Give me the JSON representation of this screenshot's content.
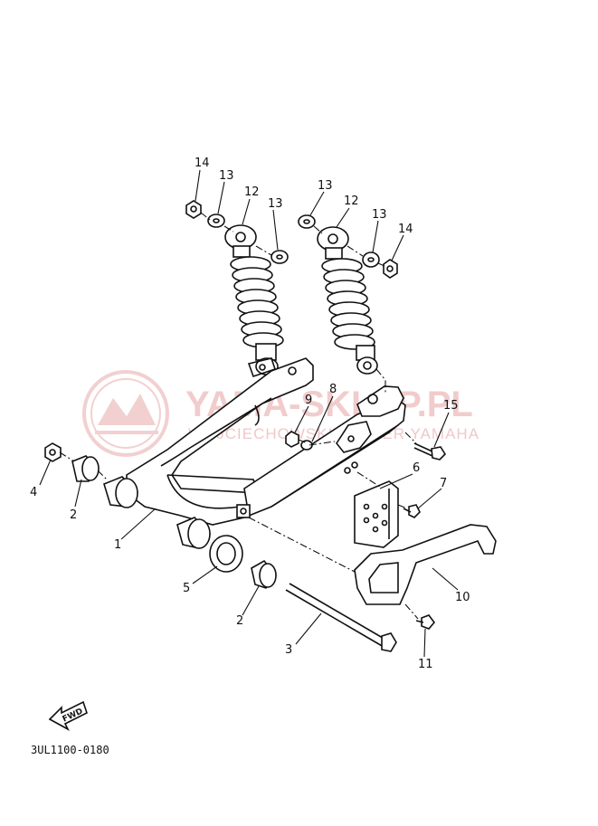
{
  "watermark": {
    "title": "YAMA-SKLEP.PL",
    "subtitle": "WOJCIECHOWSKI DEALER YAMAHA",
    "color": "#e7a3a3"
  },
  "direction_label": "FWD",
  "diagram_code": "3UL1100-0180",
  "callouts": [
    "14",
    "13",
    "12",
    "13",
    "13",
    "12",
    "13",
    "14",
    "9",
    "8",
    "15",
    "6",
    "7",
    "4",
    "2",
    "1",
    "5",
    "2",
    "3",
    "10",
    "11"
  ]
}
